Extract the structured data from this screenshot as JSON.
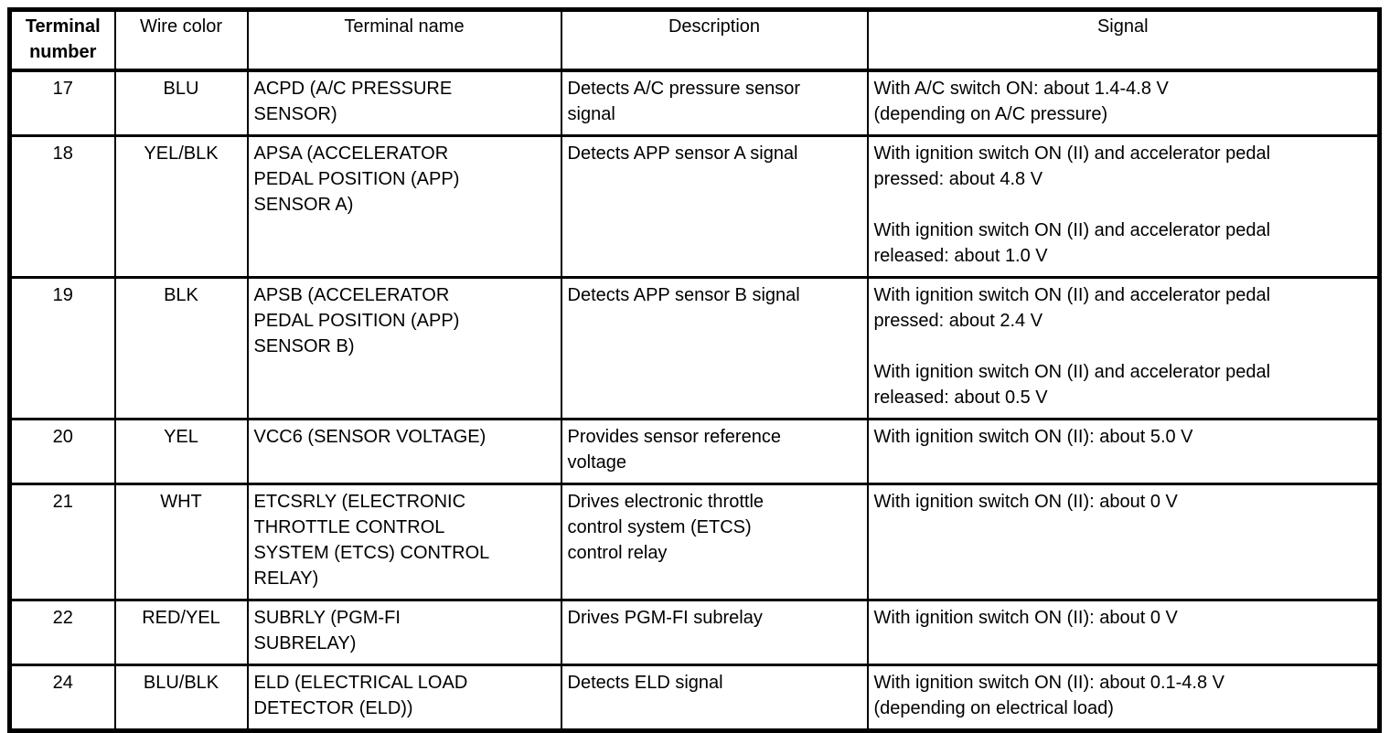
{
  "table": {
    "headers": [
      "Terminal\nnumber",
      "Wire color",
      "Terminal name",
      "Description",
      "Signal"
    ],
    "rows": [
      {
        "terminal_number": "17",
        "wire_color": "BLU",
        "terminal_name": "ACPD (A/C PRESSURE\nSENSOR)",
        "description": "Detects A/C pressure sensor\nsignal",
        "signal": "With A/C switch ON: about 1.4-4.8 V\n(depending on A/C pressure)"
      },
      {
        "terminal_number": "18",
        "wire_color": "YEL/BLK",
        "terminal_name": "APSA (ACCELERATOR\nPEDAL POSITION (APP)\nSENSOR A)",
        "description": "Detects APP sensor A signal",
        "signal": "With ignition switch ON (II) and accelerator pedal\npressed: about 4.8 V\n\nWith ignition switch ON (II) and accelerator pedal\nreleased: about 1.0 V"
      },
      {
        "terminal_number": "19",
        "wire_color": "BLK",
        "terminal_name": "APSB (ACCELERATOR\nPEDAL POSITION (APP)\nSENSOR B)",
        "description": "Detects APP sensor B signal",
        "signal": "With ignition switch ON (II) and accelerator pedal\npressed: about 2.4 V\n\nWith ignition switch ON (II) and accelerator pedal\nreleased: about 0.5 V"
      },
      {
        "terminal_number": "20",
        "wire_color": "YEL",
        "terminal_name": "VCC6 (SENSOR VOLTAGE)",
        "description": "Provides sensor reference\nvoltage",
        "signal": "With ignition switch ON (II): about 5.0 V"
      },
      {
        "terminal_number": "21",
        "wire_color": "WHT",
        "terminal_name": "ETCSRLY (ELECTRONIC\nTHROTTLE CONTROL\nSYSTEM (ETCS) CONTROL\nRELAY)",
        "description": "Drives electronic throttle\ncontrol system (ETCS)\ncontrol relay",
        "signal": "With ignition switch ON (II): about 0 V"
      },
      {
        "terminal_number": "22",
        "wire_color": "RED/YEL",
        "terminal_name": "SUBRLY (PGM-FI\nSUBRELAY)",
        "description": "Drives PGM-FI subrelay",
        "signal": "With ignition switch ON (II): about 0 V"
      },
      {
        "terminal_number": "24",
        "wire_color": "BLU/BLK",
        "terminal_name": "ELD (ELECTRICAL LOAD\nDETECTOR (ELD))",
        "description": "Detects ELD signal",
        "signal": "With ignition switch ON (II): about 0.1-4.8 V\n(depending on electrical load)"
      }
    ]
  }
}
